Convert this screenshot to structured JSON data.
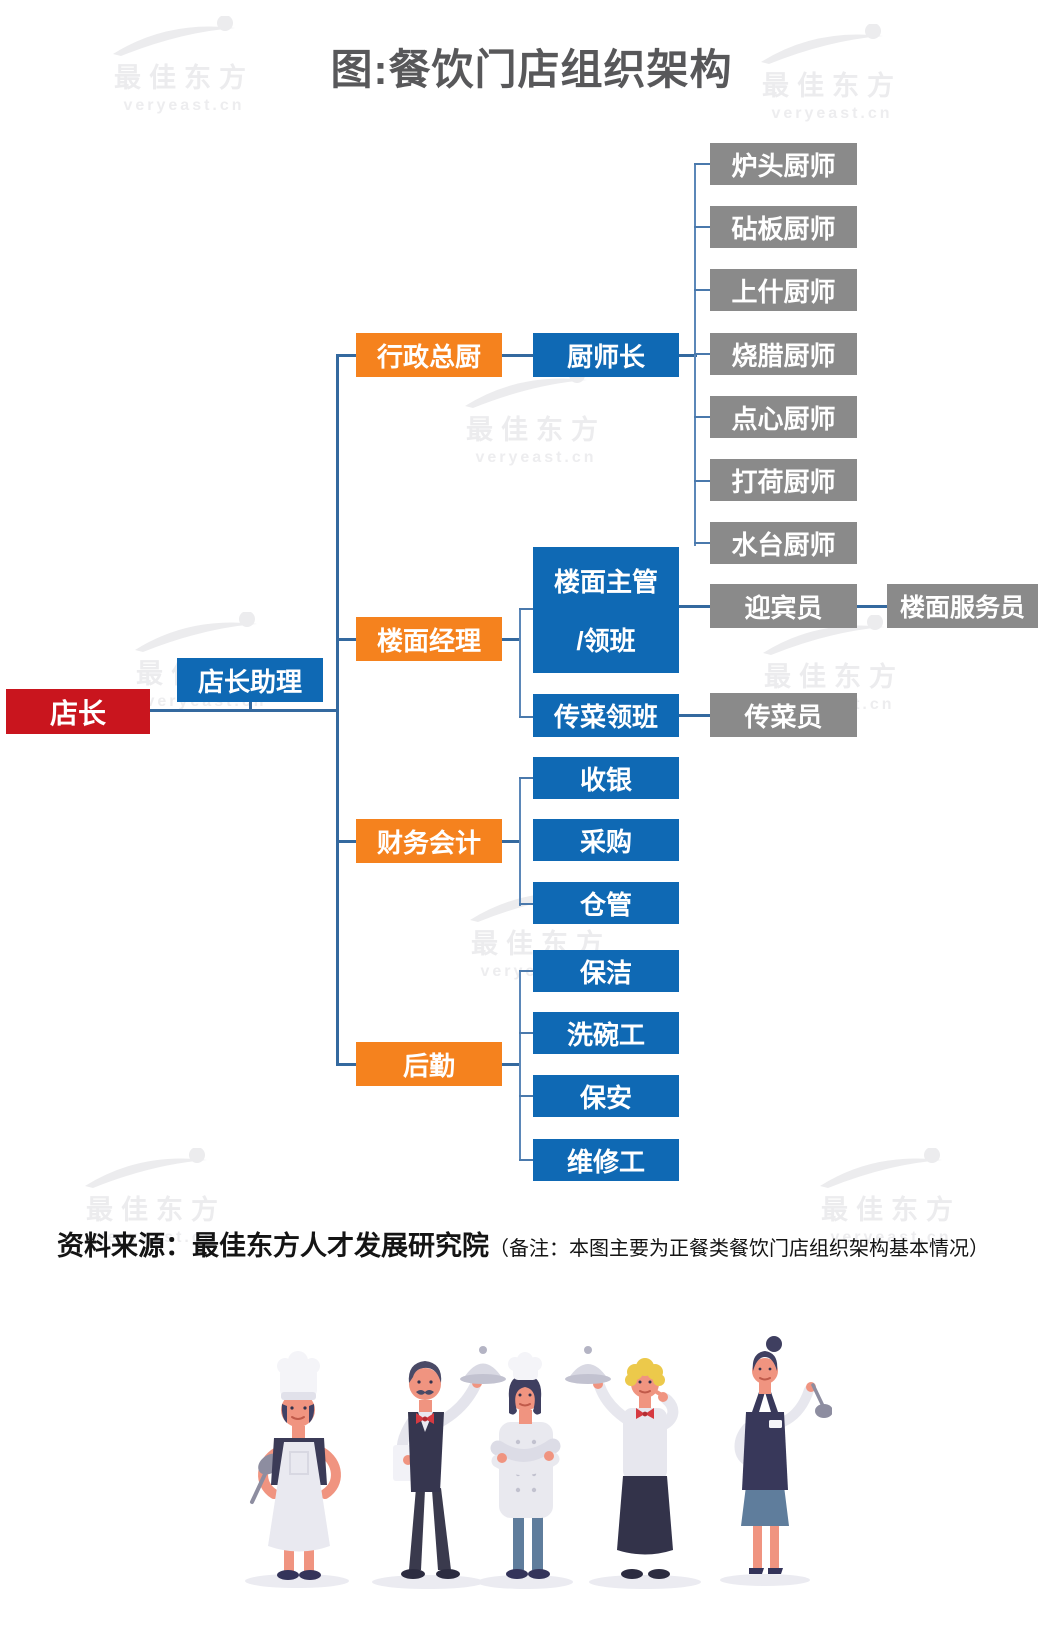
{
  "title": "图:餐饮门店组织架构",
  "watermark": {
    "brand": "最佳东方",
    "domain": "veryeast.cn"
  },
  "source": {
    "main": "资料来源：最佳东方人才发展研究院",
    "note": "（备注：本图主要为正餐类餐饮门店组织架构基本情况）"
  },
  "org": {
    "store_manager": "店长",
    "assistant": "店长助理",
    "executive_chef": "行政总厨",
    "head_chef": "厨师长",
    "chefs": [
      "炉头厨师",
      "砧板厨师",
      "上什厨师",
      "烧腊厨师",
      "点心厨师",
      "打荷厨师",
      "水台厨师"
    ],
    "floor_manager": "楼面经理",
    "floor_supervisor_line1": "楼面主管",
    "floor_supervisor_line2": "/领班",
    "greeter": "迎宾员",
    "floor_server": "楼面服务员",
    "runner_captain": "传菜领班",
    "runner": "传菜员",
    "finance": "财务会计",
    "finance_staff": [
      "收银",
      "采购",
      "仓管"
    ],
    "logistics": "后勤",
    "logistics_staff": [
      "保洁",
      "洗碗工",
      "保安",
      "维修工"
    ]
  },
  "colors": {
    "root_red": "#c9151e",
    "node_blue": "#0f69b4",
    "dept_orange": "#f5821e",
    "leaf_gray": "#8a8a8a",
    "connector": "#34699f",
    "title_text": "#58585a",
    "watermark": "#ececee"
  },
  "illustration": {
    "figures": [
      "chef-with-ladle",
      "waiter-with-cloche-and-towel",
      "female-chef-arms-crossed",
      "blond-waiter-with-cloche",
      "waitress-with-ladle"
    ]
  }
}
